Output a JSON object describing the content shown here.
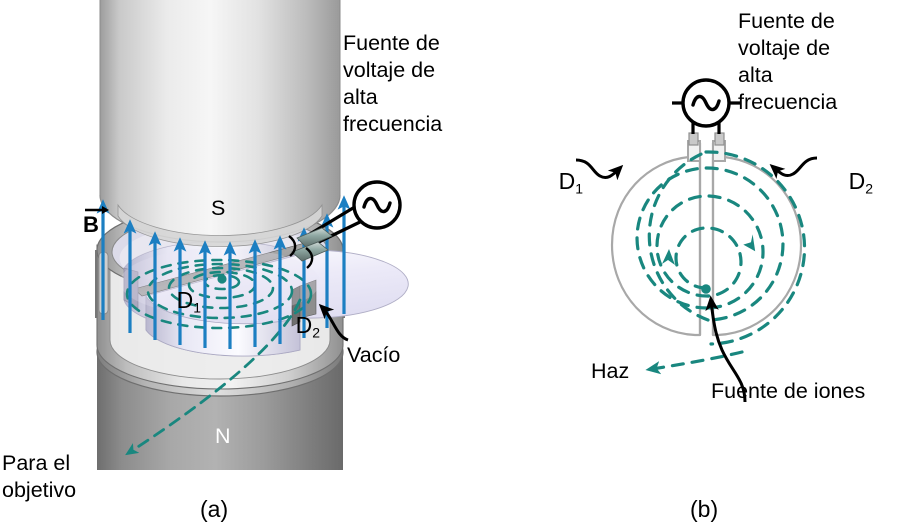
{
  "figure": {
    "title": "Cyclotron",
    "panels": [
      {
        "id": "a",
        "caption": "(a)",
        "view": "3D perspective cutaway of cyclotron between magnet poles"
      },
      {
        "id": "b",
        "caption": "(b)",
        "view": "Top view of dees, ion source and beam"
      }
    ]
  },
  "colors": {
    "field_arrow_blue": "#1c7fc2",
    "trajectory_teal": "#19877f",
    "outline_black": "#000000",
    "dee_outline_gray": "#9a9a9a",
    "magnet_top_light": "#e6e6e6",
    "magnet_bottom_dark": "#8b8b8b",
    "dee_face_lavender": "#e3e2f2",
    "background": "#ffffff"
  },
  "panel_a": {
    "source_label": "Fuente de\nvoltaje de\nalta\nfrecuencia",
    "source_label_lines": [
      "Fuente de",
      "voltaje de",
      "alta",
      "frecuencia"
    ],
    "pole_south": "S",
    "pole_north": "N",
    "field_label": "B",
    "field_label_accent": "→",
    "dee1": "D",
    "dee1_sub": "1",
    "dee2": "D",
    "dee2_sub": "2",
    "vacuum_label": "Vacío",
    "target_label": "Para el\nobjetivo",
    "target_label_lines": [
      "Para el",
      "objetivo"
    ],
    "caption": "(a)",
    "ac_symbol": "ac-source-icon",
    "field_arrow_count": 13
  },
  "panel_b": {
    "source_label_lines": [
      "Fuente de",
      "voltaje de",
      "alta",
      "frecuencia"
    ],
    "dee1": "D",
    "dee1_sub": "1",
    "dee2": "D",
    "dee2_sub": "2",
    "beam_label": "Haz",
    "ion_source_label": "Fuente de iones",
    "caption": "(b)",
    "ac_symbol": "ac-source-icon",
    "spiral_turns": 4
  }
}
